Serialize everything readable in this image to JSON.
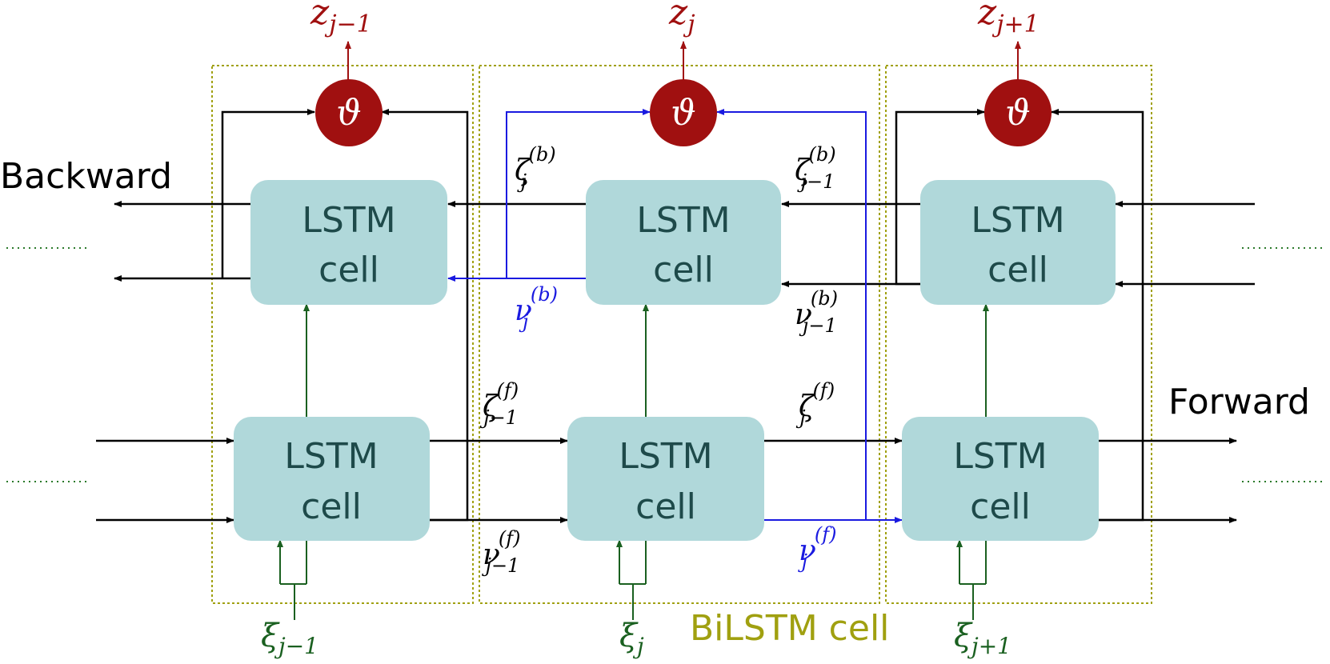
{
  "labels": {
    "backward": "Backward",
    "forward": "Forward",
    "bilstm": "BiLSTM cell",
    "lstm_line1": "LSTM",
    "lstm_line2": "cell",
    "theta": "ϑ"
  },
  "outputs": [
    {
      "base": "z",
      "sub": "j−1"
    },
    {
      "base": "z",
      "sub": "j"
    },
    {
      "base": "z",
      "sub": "j+1"
    }
  ],
  "inputs": [
    {
      "base": "ξ",
      "sub": "j−1"
    },
    {
      "base": "ξ",
      "sub": "j"
    },
    {
      "base": "ξ",
      "sub": "j+1"
    }
  ],
  "state_labels": {
    "zeta_b_j": {
      "base": "ζ",
      "sup": "(b)",
      "sub": "j"
    },
    "zeta_b_jm1": {
      "base": "ζ",
      "sup": "(b)",
      "sub": "j−1"
    },
    "nu_b_j": {
      "base": "ν",
      "sup": "(b)",
      "sub": "j"
    },
    "nu_b_jm1": {
      "base": "ν",
      "sup": "(b)",
      "sub": "j−1"
    },
    "zeta_f_jm1": {
      "base": "ζ",
      "sup": "(f)",
      "sub": "j−1"
    },
    "zeta_f_j": {
      "base": "ζ",
      "sup": "(f)",
      "sub": "j"
    },
    "nu_f_jm1": {
      "base": "ν",
      "sup": "(f)",
      "sub": "j−1"
    },
    "nu_f_j": {
      "base": "ν",
      "sup": "(f)",
      "sub": "j"
    }
  },
  "colors": {
    "cell_fill": "#b0d8da",
    "cell_text": "#1e4a4a",
    "theta_fill": "#a01010",
    "output": "#a01010",
    "input": "#1a6020",
    "highlight": "#1a1ae0",
    "bilstm": "#a0a010",
    "dots": "#2a7a2a",
    "arrow": "#000000"
  }
}
